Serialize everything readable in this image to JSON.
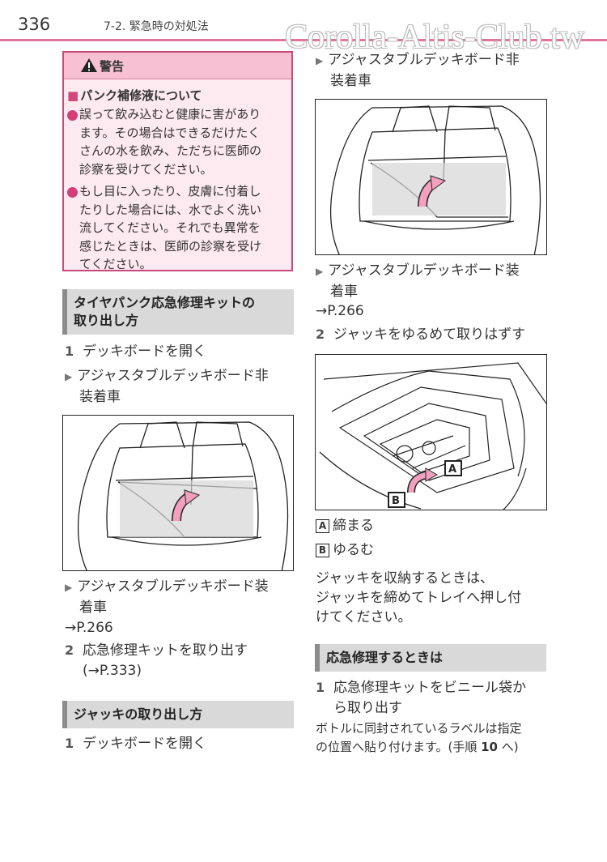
{
  "header": {
    "page_number": "336",
    "section": "7-2. 緊急時の対処法",
    "watermark": "Corolla-Altis-Club.tw"
  },
  "colors": {
    "accent_pink": "#e0749a",
    "warning_bg": "#fde9f0",
    "warning_head": "#f7c1d3",
    "heading_bg": "#d9d9d9"
  },
  "warning": {
    "title": "警告",
    "subtitle": "パンク補修液について",
    "bullets": [
      [
        "誤って飲み込むと健康に害があり",
        "ます。その場合はできるだけたく",
        "さんの水を飲み、ただちに医師の",
        "診察を受けてください。"
      ],
      [
        "もし目に入ったり、皮膚に付着し",
        "たりした場合には、水でよく洗い",
        "流してください。それでも異常を",
        "感じたときは、医師の診察を受け",
        "てください。"
      ]
    ]
  },
  "left": {
    "heading1": [
      "タイヤパンク応急修理キットの",
      "取り出し方"
    ],
    "step1_num": "1",
    "step1_text": "デッキボードを開く",
    "note_non_equipped": [
      "アジャスタブルデッキボード非",
      "装着車"
    ],
    "note_equipped": [
      "アジャスタブルデッキボード装",
      "着車"
    ],
    "ref_equipped": "→P.266",
    "step2_num": "2",
    "step2_text": "応急修理キットを取り出す",
    "step2_ref": "(→P.333)",
    "heading2": "ジャッキの取り出し方",
    "step3_num": "1",
    "step3_text": "デッキボードを開く"
  },
  "right": {
    "note_non_equipped": [
      "アジャスタブルデッキボード非",
      "装着車"
    ],
    "note_equipped": [
      "アジャスタブルデッキボード装",
      "着車"
    ],
    "ref_equipped": "→P.266",
    "step2_num": "2",
    "step2_text": "ジャッキをゆるめて取りはずす",
    "label_a": "A",
    "label_b": "B",
    "legend_a": "締まる",
    "legend_b": "ゆるむ",
    "jack_note": [
      "ジャッキを収納するときは、",
      "ジャッキを締めてトレイへ押し付",
      "けてください。"
    ],
    "heading3": "応急修理するときは",
    "step3_num": "1",
    "step3_text": [
      "応急修理キットをビニール袋か",
      "ら取り出す"
    ],
    "label_note_line1": "ボトルに同封されているラベルは指定",
    "label_note_pre": "の位置へ貼り付けます。(手順 ",
    "label_note_num": "10",
    "label_note_post": " へ)"
  }
}
